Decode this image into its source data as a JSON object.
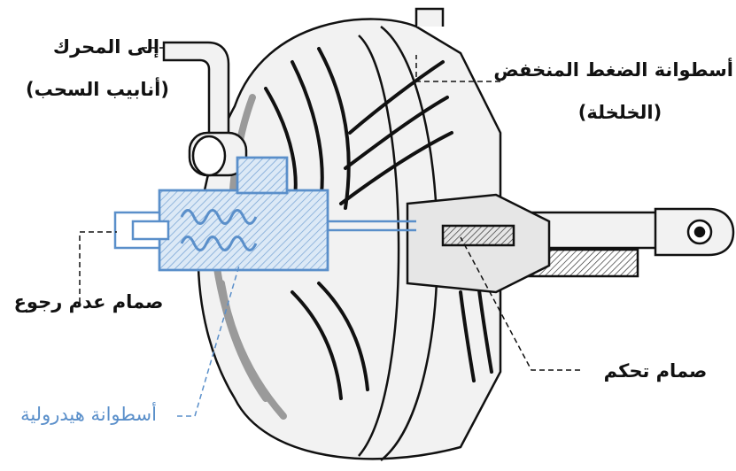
{
  "labels": {
    "engine_line1": "إلى المحرك",
    "engine_line2": "(أنابيب السحب)",
    "vacuum_cylinder_line1": "أسطوانة الضغط المنخفض",
    "vacuum_cylinder_line2": "(الخلخلة)",
    "check_valve": "صمام عدم رجوع",
    "hydraulic_cylinder": "أسطوانة هيدرولية",
    "control_valve": "صمام تحكم"
  },
  "colors": {
    "line": "#111111",
    "hydraulic_blue": "#5a8fca",
    "hydraulic_fill": "#dce9f6",
    "body_fill": "#f2f2f2",
    "shade": "#9a9a9a"
  }
}
